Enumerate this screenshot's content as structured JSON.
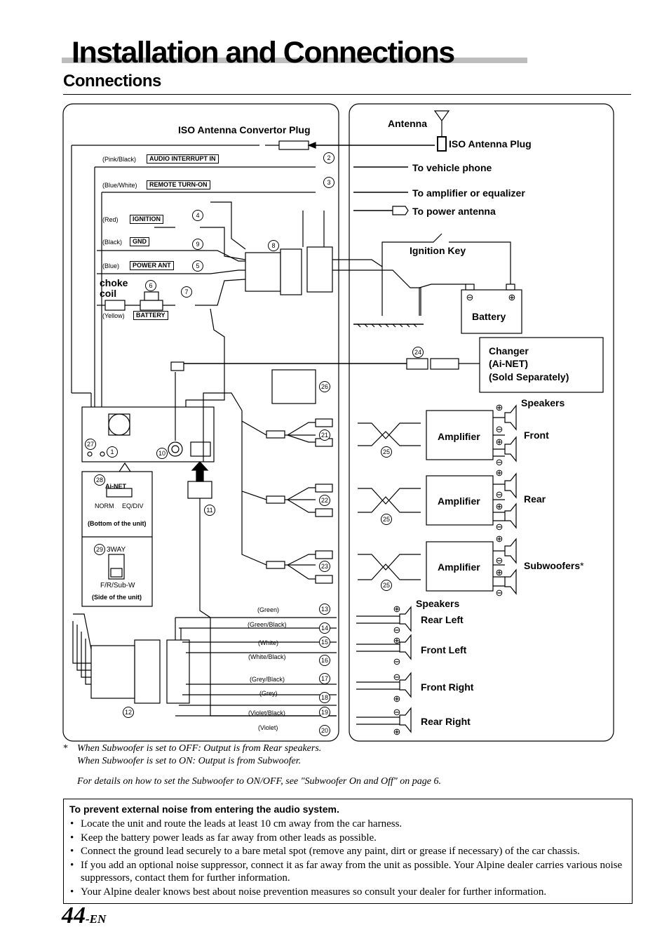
{
  "header": {
    "title": "Installation and Connections",
    "section": "Connections"
  },
  "diagram": {
    "labels": {
      "iso_antenna_convertor_plug": "ISO Antenna Convertor Plug",
      "antenna": "Antenna",
      "iso_antenna_plug": "ISO Antenna Plug",
      "to_vehicle_phone": "To vehicle phone",
      "to_amplifier": "To amplifier or equalizer",
      "to_power_antenna": "To power antenna",
      "ignition_key": "Ignition Key",
      "battery": "Battery",
      "changer": [
        "Changer",
        "(Ai-NET)",
        "(Sold Separately)"
      ],
      "speakers_top": "Speakers",
      "front": "Front",
      "rear": "Rear",
      "subwoofers": "Subwoofers",
      "subwoofer_asterisk": "*",
      "amplifier": "Amplifier",
      "speakers_bottom": "Speakers",
      "rear_left": "Rear Left",
      "front_left": "Front Left",
      "front_right": "Front Right",
      "rear_right": "Rear Right",
      "choke_coil": [
        "choke",
        "coil"
      ]
    },
    "wires": {
      "pink_black": "(Pink/Black)",
      "audio_interrupt": "AUDIO INTERRUPT IN",
      "blue_white": "(Blue/White)",
      "remote_turn_on": "REMOTE TURN-ON",
      "red": "(Red)",
      "ignition": "IGNITION",
      "black": "(Black)",
      "gnd": "GND",
      "blue": "(Blue)",
      "power_ant": "POWER ANT",
      "yellow": "(Yellow)",
      "battery_wire": "BATTERY"
    },
    "speaker_wires": [
      "(Green)",
      "(Green/Black)",
      "(White)",
      "(White/Black)",
      "(Grey/Black)",
      "(Grey)",
      "(Violet/Black)",
      "(Violet)"
    ],
    "unit_details": {
      "ai_net": "Ai-NET",
      "norm": "NORM",
      "eq_div": "EQ/DIV",
      "bottom": "(Bottom of the unit)",
      "three_way": "3WAY",
      "fr_subw": "F/R/Sub-W",
      "side": "(Side of the unit)"
    },
    "numbers": [
      "1",
      "2",
      "3",
      "4",
      "5",
      "6",
      "7",
      "8",
      "9",
      "10",
      "11",
      "12",
      "13",
      "14",
      "15",
      "16",
      "17",
      "18",
      "19",
      "20",
      "21",
      "22",
      "23",
      "24",
      "25",
      "26",
      "27",
      "28",
      "29"
    ]
  },
  "notes": {
    "asterisk": "*",
    "line1": "When Subwoofer is set to OFF: Output is from Rear speakers.",
    "line2": "When Subwoofer is set to ON: Output is from Subwoofer.",
    "line3": "For details on how to  set the Subwoofer to ON/OFF, see \"Subwoofer On and Off\" on page 6."
  },
  "noise": {
    "heading": "To prevent external noise from entering the audio system.",
    "items": [
      "Locate the unit and route the leads at least 10 cm away from the car harness.",
      "Keep the battery power leads as far away from other leads as possible.",
      "Connect the ground lead securely to a bare metal spot (remove any paint, dirt or grease if necessary) of the car chassis.",
      "If you add an optional noise suppressor, connect it as far away from the unit as possible. Your Alpine dealer carries various noise suppressors, contact them for further information.",
      "Your Alpine dealer knows best about noise prevention measures so consult your dealer for further information."
    ]
  },
  "footer": {
    "page": "44",
    "suffix": "-EN"
  }
}
